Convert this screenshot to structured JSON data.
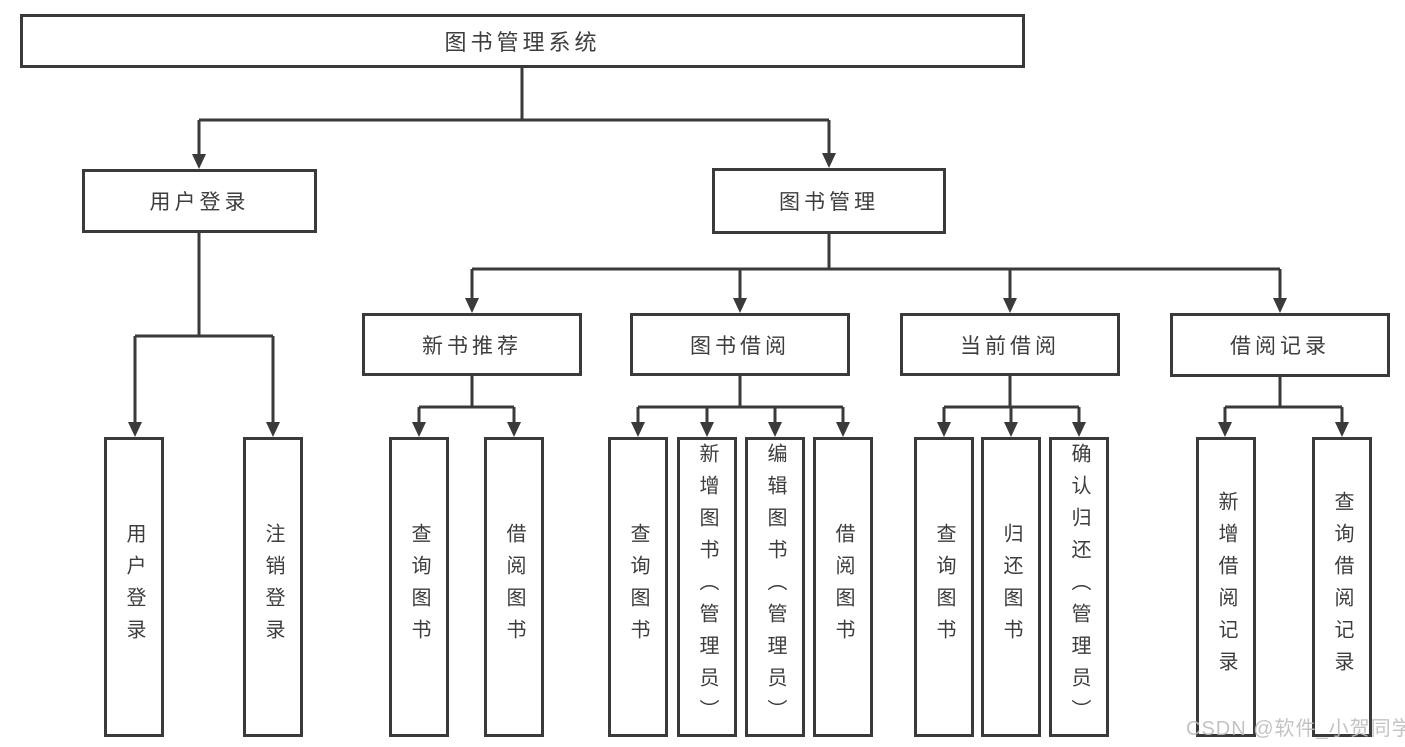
{
  "tree": {
    "root": {
      "label": "图书管理系统"
    },
    "branches": [
      {
        "label": "用户登录",
        "children": [
          {
            "label": "用户登录"
          },
          {
            "label": "注销登录"
          }
        ]
      },
      {
        "label": "图书管理",
        "children": [
          {
            "label": "新书推荐",
            "children": [
              {
                "label": "查询图书"
              },
              {
                "label": "借阅图书"
              }
            ]
          },
          {
            "label": "图书借阅",
            "children": [
              {
                "label": "查询图书"
              },
              {
                "label": "新增图书（管理员）"
              },
              {
                "label": "编辑图书（管理员）"
              },
              {
                "label": "借阅图书"
              }
            ]
          },
          {
            "label": "当前借阅",
            "children": [
              {
                "label": "查询图书"
              },
              {
                "label": "归还图书"
              },
              {
                "label": "确认归还（管理员）"
              }
            ]
          },
          {
            "label": "借阅记录",
            "children": [
              {
                "label": "新增借阅记录"
              },
              {
                "label": "查询借阅记录"
              }
            ]
          }
        ]
      }
    ]
  },
  "watermark": {
    "text": "CSDN @软件_小贺同学"
  },
  "colors": {
    "line": "#3a3a3a",
    "text": "#3d3d3d",
    "box_fill": "#ffffff",
    "background": "#ffffff",
    "watermark": "#bdbdbd"
  }
}
